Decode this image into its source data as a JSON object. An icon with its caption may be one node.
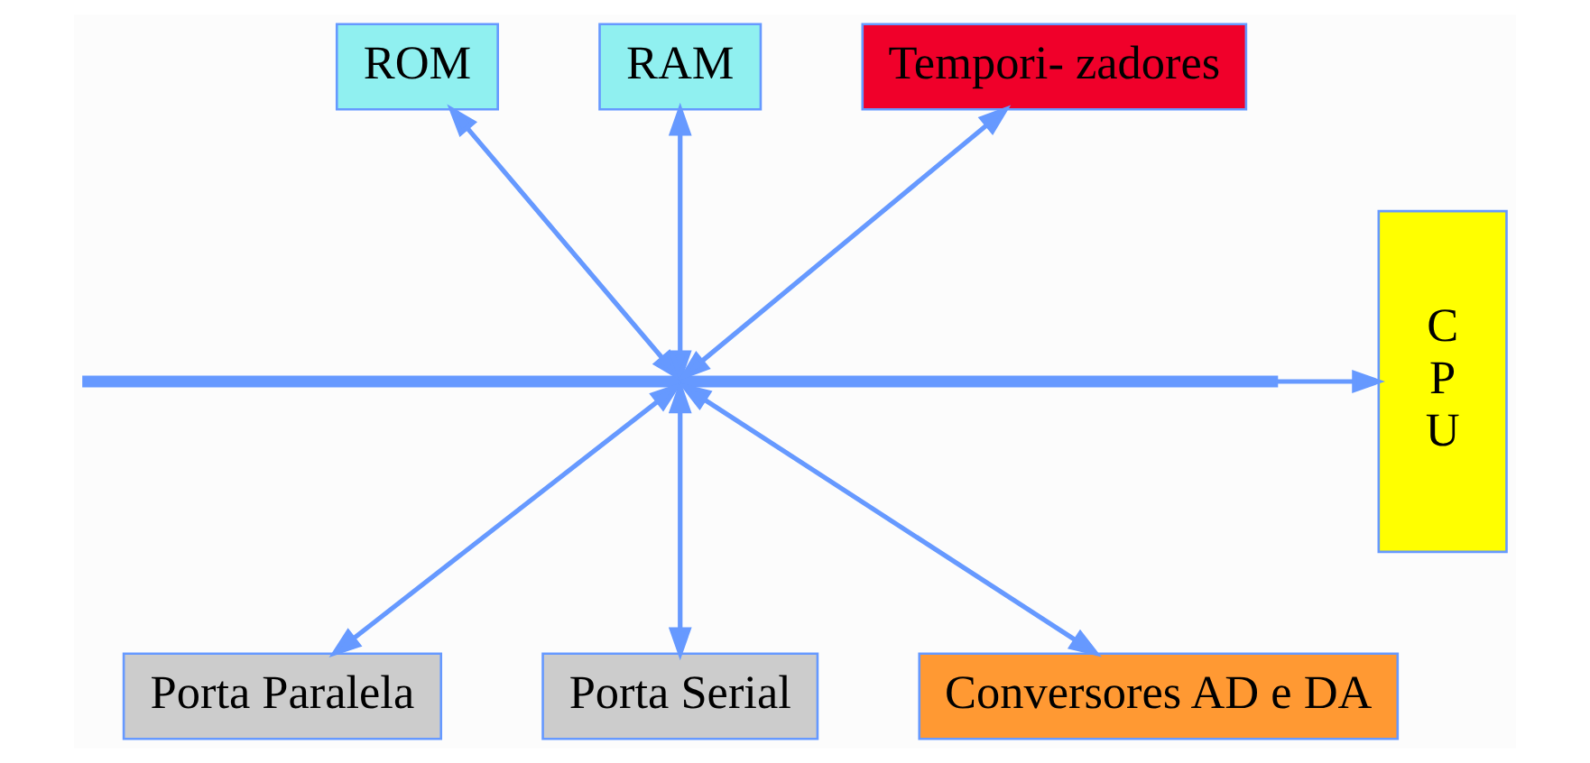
{
  "diagram": {
    "nodes": [
      {
        "text": [
          "C P U"
        ]
      },
      {
        "text": [
          "ROM"
        ]
      },
      {
        "text": [
          "RAM"
        ]
      },
      {
        "text": [
          "Tempori- zadores"
        ]
      },
      {
        "text": [],
        "shape": "bar"
      },
      {
        "text": [
          "Porta Paralela"
        ]
      },
      {
        "text": [
          "Porta Serial"
        ]
      },
      {
        "text": [
          "Conversores AD e DA"
        ]
      }
    ],
    "edges": [
      {
        "from": 4,
        "to": 0,
        "arrow": "to"
      },
      {
        "from": 1,
        "to": 4,
        "arrow": "both"
      },
      {
        "from": 2,
        "to": 4,
        "arrow": "both"
      },
      {
        "from": 3,
        "to": 4,
        "arrow": "both"
      },
      {
        "from": 4,
        "to": 5,
        "arrow": "both"
      },
      {
        "from": 4,
        "to": 6,
        "arrow": "both"
      },
      {
        "from": 4,
        "to": 7,
        "arrow": "both"
      }
    ]
  }
}
